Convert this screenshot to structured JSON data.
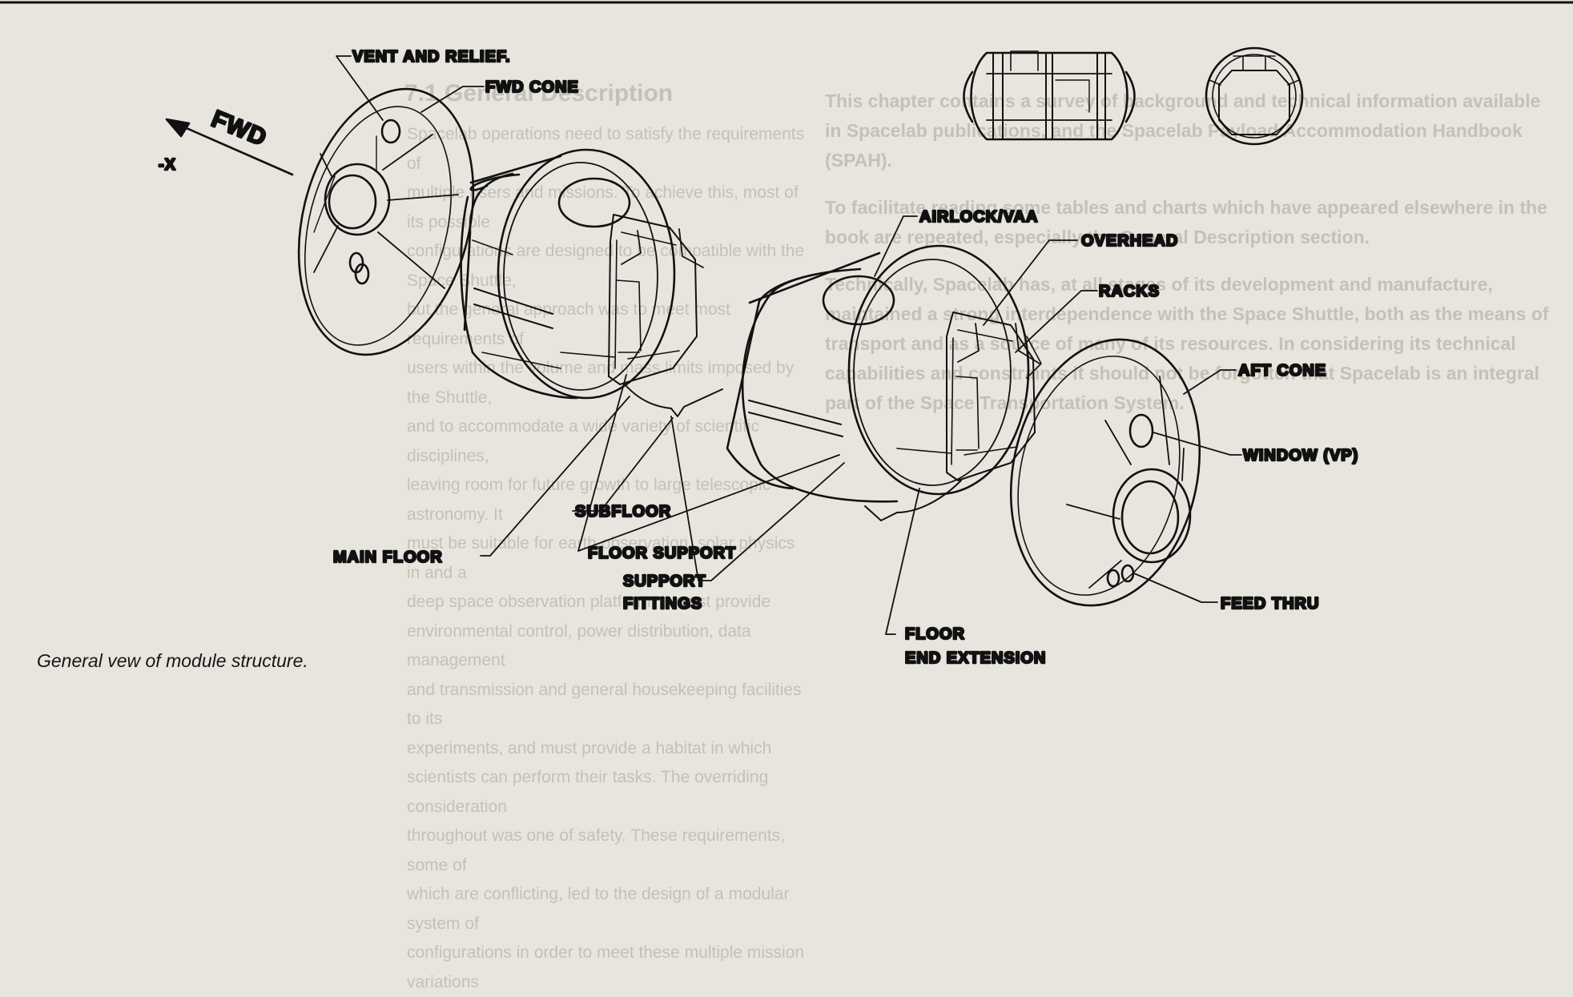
{
  "caption": "General vew of module structure.",
  "labels": {
    "vent": "VENT AND RELIEF.",
    "fwd_cone": "FWD CONE",
    "fwd": "FWD",
    "minus_x": "-X",
    "airlock": "AIRLOCK/VAA",
    "overhead": "OVERHEAD",
    "racks": "RACKS",
    "aft_cone": "AFT CONE",
    "window": "WINDOW (VP)",
    "feed_thru": "FEED THRU",
    "subfloor": "SUBFLOOR",
    "main_floor": "MAIN FLOOR",
    "floor_support": "FLOOR SUPPORT",
    "support_1": "SUPPORT",
    "support_2": "FITTINGS",
    "floor_end_1": "FLOOR",
    "floor_end_2": "END EXTENSION"
  },
  "bleed": {
    "heading": "7.1 General Description",
    "left_paras": [
      "This chapter contains a survey of background and technical information available in Spacelab publications, and the Spacelab Payload Accommodation Handbook (SPAH).",
      "To facilitate reading some tables and charts which have appeared elsewhere in the book are repeated, especially the General Description section.",
      "Technically, Spacelab has, at all stages of its development and manufacture, maintained a strong interdependence with the Space Shuttle, both as the means of transport and as a source of many of its resources. In considering its technical capabilities and constraints it should not be forgotten that Spacelab is an integral part of the Space Transportation System."
    ],
    "right_lines": [
      "Spacelab operations need to satisfy the requirements of",
      "multiple users and missions. To achieve this, most of its possible",
      "configurations are designed to be compatible with the Space Shuttle,",
      "but the general approach was to meet most requirements of",
      "users within the volume and mass limits imposed by the Shuttle,",
      "and to accommodate a wide variety of scientific disciplines,",
      "leaving room for future growth to large telescopic astronomy. It",
      "must be suitable for earth observation, solar physics in and a",
      "deep space observation platform. It must provide",
      "environmental control, power distribution, data management",
      "and transmission and general housekeeping facilities to its",
      "experiments, and must provide a habitat in which",
      "scientists can perform their tasks. The overriding consideration",
      "throughout was one of safety. These requirements, some of",
      "which are conflicting, led to the design of a modular system of",
      "configurations in order to meet these multiple mission variations"
    ]
  }
}
